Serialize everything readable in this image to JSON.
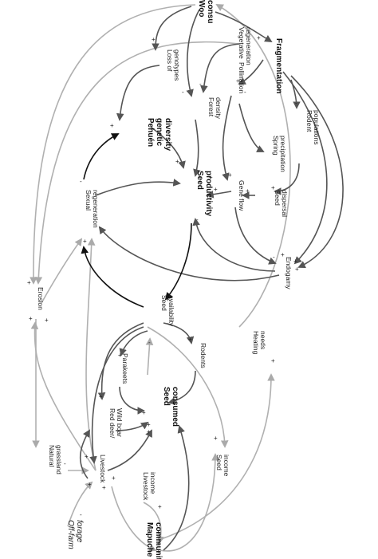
{
  "nodes": {
    "wood": [
      "Woo",
      "consu"
    ],
    "fragmentation": [
      "Fragmentation"
    ],
    "vegetative": [
      "Vegetative",
      "regeneration"
    ],
    "loss_genotypes": [
      "Loss of",
      "genotypes"
    ],
    "pehuen": [
      "Pehuén",
      "genetic",
      "diversity"
    ],
    "forest_density": [
      "Forest",
      "density"
    ],
    "pollination": [
      "Pollination"
    ],
    "spring": [
      "Spring",
      "precipitation"
    ],
    "rodent_pop": [
      "Rodent",
      "populations"
    ],
    "sexual": [
      "Sexual",
      "regeneration"
    ],
    "seed_prod": [
      "Seed",
      "productivity"
    ],
    "gene_flow": [
      "Gene flow"
    ],
    "seed_dispersal": [
      "Seed",
      "dispersal"
    ],
    "endogamy": [
      "Endogamy"
    ],
    "erosion": [
      "Erosion"
    ],
    "seed_avail": [
      "Seed",
      "availability"
    ],
    "parakeets": [
      "Parakeets"
    ],
    "rodents": [
      "Rodents"
    ],
    "heating": [
      "Heating",
      "needs"
    ],
    "seed_consumed": [
      "Seed",
      "consumed"
    ],
    "red_deer": [
      "Red deer/",
      "Wild boar"
    ],
    "natural_grassland": [
      "Natural",
      "grassland"
    ],
    "livestock": [
      "Livestock"
    ],
    "livestock_income": [
      "Livestock",
      "income"
    ],
    "seed_income": [
      "Seed",
      "income"
    ],
    "offfarm": [
      "Off-farm",
      "forage"
    ],
    "mapuche": [
      "Mapuche",
      "community"
    ]
  },
  "signs": {
    "plus": "+",
    "minus": "-"
  }
}
